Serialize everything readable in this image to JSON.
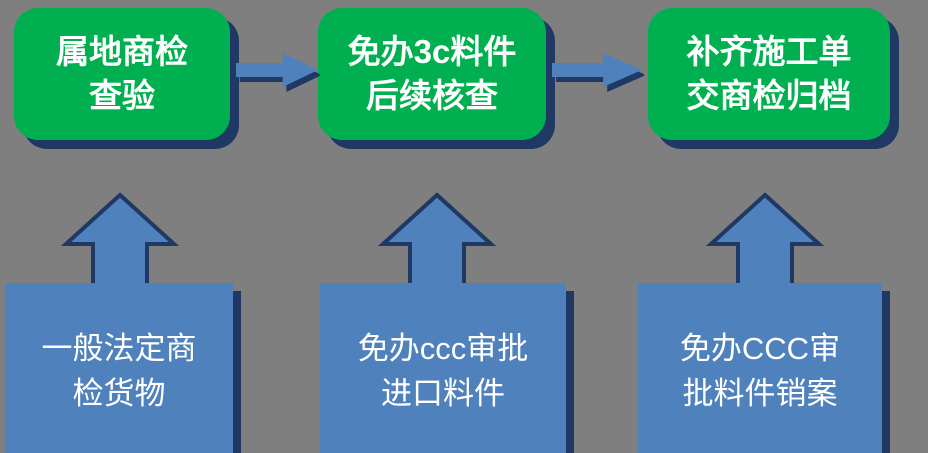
{
  "colors": {
    "background": "#7F7F7F",
    "green_box_fill": "#00B050",
    "blue_fill": "#4F81BD",
    "shadow": "#1F3864",
    "text": "#FFFFFF"
  },
  "top_boxes": [
    {
      "line1": "属地商检",
      "line2": "查验"
    },
    {
      "line1": "免办3c料件",
      "line2": "后续核查"
    },
    {
      "line1": "补齐施工单",
      "line2": "交商检归档"
    }
  ],
  "bottom_boxes": [
    {
      "line1": "一般法定商",
      "line2": "检货物"
    },
    {
      "line1": "免办ccc审批",
      "line2": "进口料件"
    },
    {
      "line1": "免办CCC审",
      "line2": "批料件销案"
    }
  ]
}
